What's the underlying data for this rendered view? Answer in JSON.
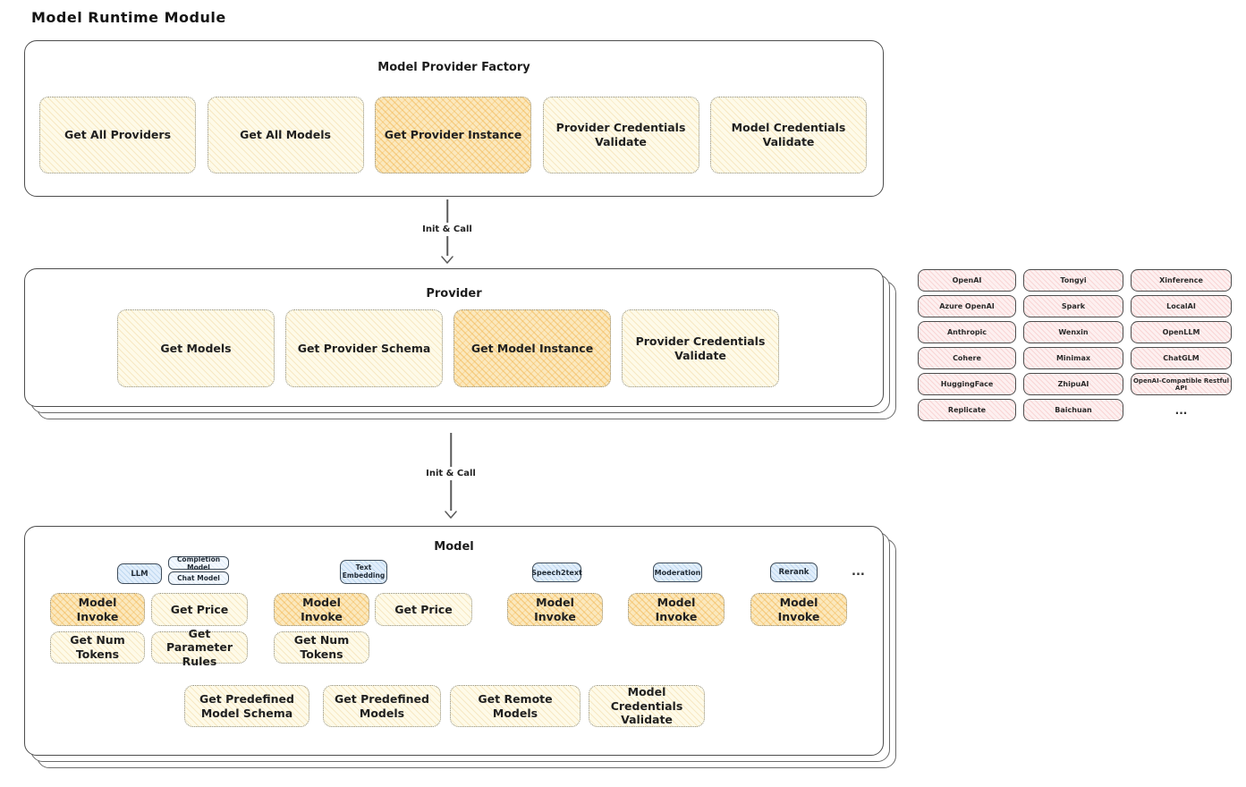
{
  "title": "Model Runtime Module",
  "factory": {
    "title": "Model Provider Factory",
    "boxes": [
      {
        "label": "Get All Providers"
      },
      {
        "label": "Get All Models"
      },
      {
        "label": "Get Provider Instance"
      },
      {
        "label": "Provider Credentials Validate"
      },
      {
        "label": "Model Credentials Validate"
      }
    ]
  },
  "arrows": {
    "init_call_1": "Init & Call",
    "init_call_2": "Init & Call"
  },
  "provider": {
    "title": "Provider",
    "boxes": [
      {
        "label": "Get Models"
      },
      {
        "label": "Get Provider Schema"
      },
      {
        "label": "Get Model Instance"
      },
      {
        "label": "Provider Credentials Validate"
      }
    ]
  },
  "providers": {
    "items": [
      "OpenAI",
      "Tongyi",
      "Xinference",
      "Azure OpenAI",
      "Spark",
      "LocalAI",
      "Anthropic",
      "Wenxin",
      "OpenLLM",
      "Cohere",
      "Minimax",
      "ChatGLM",
      "HuggingFace",
      "ZhipuAI",
      "OpenAI-Compatible Restful API",
      "Replicate",
      "Baichuan"
    ],
    "ellipsis": "..."
  },
  "model": {
    "title": "Model",
    "tags": {
      "llm": "LLM",
      "completion_model": "Completion Model",
      "chat_model": "Chat Model",
      "text_embedding": "Text Embedding",
      "speech2text": "Speech2text",
      "moderation": "Moderation",
      "rerank": "Rerank",
      "ellipsis": "..."
    },
    "boxes": {
      "llm_invoke": "Model Invoke",
      "llm_get_price": "Get Price",
      "llm_get_num_tokens": "Get Num Tokens",
      "llm_get_parameter_rules": "Get Parameter Rules",
      "embed_invoke": "Model Invoke",
      "embed_get_price": "Get Price",
      "embed_get_num_tokens": "Get Num Tokens",
      "speech_invoke": "Model Invoke",
      "moderation_invoke": "Model Invoke",
      "rerank_invoke": "Model Invoke",
      "get_predefined_model_schema": "Get Predefined Model Schema",
      "get_predefined_models": "Get Predefined Models",
      "get_remote_models": "Get Remote Models",
      "model_credentials_validate": "Model Credentials Validate"
    }
  }
}
